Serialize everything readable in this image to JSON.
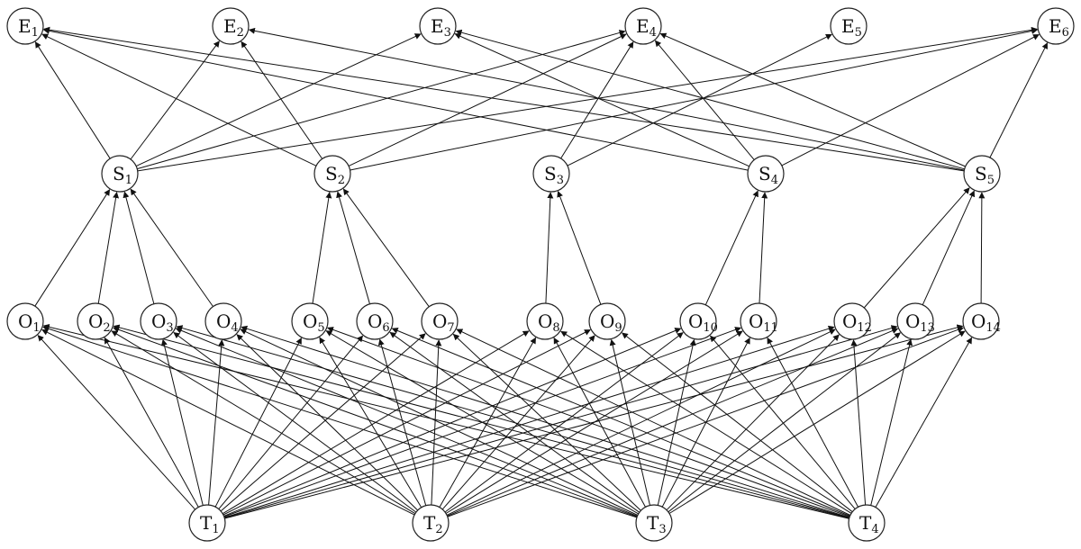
{
  "diagram": {
    "colors": {
      "line": "#111111",
      "node_fill": "#ffffff",
      "node_stroke": "#222222",
      "text": "#111111"
    },
    "layers": [
      {
        "name": "E",
        "nodes": [
          {
            "id": "E1",
            "letter": "E",
            "sub": "1"
          },
          {
            "id": "E2",
            "letter": "E",
            "sub": "2"
          },
          {
            "id": "E3",
            "letter": "E",
            "sub": "3"
          },
          {
            "id": "E4",
            "letter": "E",
            "sub": "4"
          },
          {
            "id": "E5",
            "letter": "E",
            "sub": "5"
          },
          {
            "id": "E6",
            "letter": "E",
            "sub": "6"
          }
        ]
      },
      {
        "name": "S",
        "nodes": [
          {
            "id": "S1",
            "letter": "S",
            "sub": "1"
          },
          {
            "id": "S2",
            "letter": "S",
            "sub": "2"
          },
          {
            "id": "S3",
            "letter": "S",
            "sub": "3"
          },
          {
            "id": "S4",
            "letter": "S",
            "sub": "4"
          },
          {
            "id": "S5",
            "letter": "S",
            "sub": "5"
          }
        ]
      },
      {
        "name": "O",
        "nodes": [
          {
            "id": "O1",
            "letter": "O",
            "sub": "1"
          },
          {
            "id": "O2",
            "letter": "O",
            "sub": "2"
          },
          {
            "id": "O3",
            "letter": "O",
            "sub": "3"
          },
          {
            "id": "O4",
            "letter": "O",
            "sub": "4"
          },
          {
            "id": "O5",
            "letter": "O",
            "sub": "5"
          },
          {
            "id": "O6",
            "letter": "O",
            "sub": "6"
          },
          {
            "id": "O7",
            "letter": "O",
            "sub": "7"
          },
          {
            "id": "O8",
            "letter": "O",
            "sub": "8"
          },
          {
            "id": "O9",
            "letter": "O",
            "sub": "9"
          },
          {
            "id": "O10",
            "letter": "O",
            "sub": "10"
          },
          {
            "id": "O11",
            "letter": "O",
            "sub": "11"
          },
          {
            "id": "O12",
            "letter": "O",
            "sub": "12"
          },
          {
            "id": "O13",
            "letter": "O",
            "sub": "13"
          },
          {
            "id": "O14",
            "letter": "O",
            "sub": "14"
          }
        ]
      },
      {
        "name": "T",
        "nodes": [
          {
            "id": "T1",
            "letter": "T",
            "sub": "1"
          },
          {
            "id": "T2",
            "letter": "T",
            "sub": "2"
          },
          {
            "id": "T3",
            "letter": "T",
            "sub": "3"
          },
          {
            "id": "T4",
            "letter": "T",
            "sub": "4"
          }
        ]
      }
    ],
    "edges": [
      [
        "S1",
        "E1"
      ],
      [
        "S1",
        "E2"
      ],
      [
        "S1",
        "E3"
      ],
      [
        "S1",
        "E4"
      ],
      [
        "S1",
        "E6"
      ],
      [
        "S2",
        "E1"
      ],
      [
        "S2",
        "E2"
      ],
      [
        "S2",
        "E4"
      ],
      [
        "S2",
        "E6"
      ],
      [
        "S3",
        "E4"
      ],
      [
        "S3",
        "E5"
      ],
      [
        "S4",
        "E1"
      ],
      [
        "S4",
        "E3"
      ],
      [
        "S4",
        "E4"
      ],
      [
        "S4",
        "E6"
      ],
      [
        "S5",
        "E1"
      ],
      [
        "S5",
        "E2"
      ],
      [
        "S5",
        "E3"
      ],
      [
        "S5",
        "E4"
      ],
      [
        "S5",
        "E6"
      ],
      [
        "O1",
        "S1"
      ],
      [
        "O2",
        "S1"
      ],
      [
        "O3",
        "S1"
      ],
      [
        "O4",
        "S1"
      ],
      [
        "O5",
        "S2"
      ],
      [
        "O6",
        "S2"
      ],
      [
        "O7",
        "S2"
      ],
      [
        "O8",
        "S3"
      ],
      [
        "O9",
        "S3"
      ],
      [
        "O10",
        "S4"
      ],
      [
        "O11",
        "S4"
      ],
      [
        "O12",
        "S5"
      ],
      [
        "O13",
        "S5"
      ],
      [
        "O14",
        "S5"
      ],
      [
        "T1",
        "O1"
      ],
      [
        "T1",
        "O2"
      ],
      [
        "T1",
        "O3"
      ],
      [
        "T1",
        "O4"
      ],
      [
        "T1",
        "O5"
      ],
      [
        "T1",
        "O6"
      ],
      [
        "T1",
        "O7"
      ],
      [
        "T1",
        "O8"
      ],
      [
        "T1",
        "O9"
      ],
      [
        "T1",
        "O10"
      ],
      [
        "T1",
        "O11"
      ],
      [
        "T1",
        "O12"
      ],
      [
        "T1",
        "O13"
      ],
      [
        "T1",
        "O14"
      ],
      [
        "T2",
        "O1"
      ],
      [
        "T2",
        "O2"
      ],
      [
        "T2",
        "O3"
      ],
      [
        "T2",
        "O4"
      ],
      [
        "T2",
        "O5"
      ],
      [
        "T2",
        "O6"
      ],
      [
        "T2",
        "O7"
      ],
      [
        "T2",
        "O8"
      ],
      [
        "T2",
        "O9"
      ],
      [
        "T2",
        "O10"
      ],
      [
        "T2",
        "O11"
      ],
      [
        "T2",
        "O12"
      ],
      [
        "T2",
        "O13"
      ],
      [
        "T2",
        "O14"
      ],
      [
        "T3",
        "O1"
      ],
      [
        "T3",
        "O2"
      ],
      [
        "T3",
        "O3"
      ],
      [
        "T3",
        "O4"
      ],
      [
        "T3",
        "O5"
      ],
      [
        "T3",
        "O6"
      ],
      [
        "T3",
        "O7"
      ],
      [
        "T3",
        "O8"
      ],
      [
        "T3",
        "O9"
      ],
      [
        "T3",
        "O10"
      ],
      [
        "T3",
        "O11"
      ],
      [
        "T3",
        "O12"
      ],
      [
        "T3",
        "O13"
      ],
      [
        "T3",
        "O14"
      ],
      [
        "T4",
        "O1"
      ],
      [
        "T4",
        "O2"
      ],
      [
        "T4",
        "O3"
      ],
      [
        "T4",
        "O4"
      ],
      [
        "T4",
        "O5"
      ],
      [
        "T4",
        "O6"
      ],
      [
        "T4",
        "O7"
      ],
      [
        "T4",
        "O8"
      ],
      [
        "T4",
        "O9"
      ],
      [
        "T4",
        "O10"
      ],
      [
        "T4",
        "O11"
      ],
      [
        "T4",
        "O12"
      ],
      [
        "T4",
        "O13"
      ],
      [
        "T4",
        "O14"
      ]
    ]
  }
}
